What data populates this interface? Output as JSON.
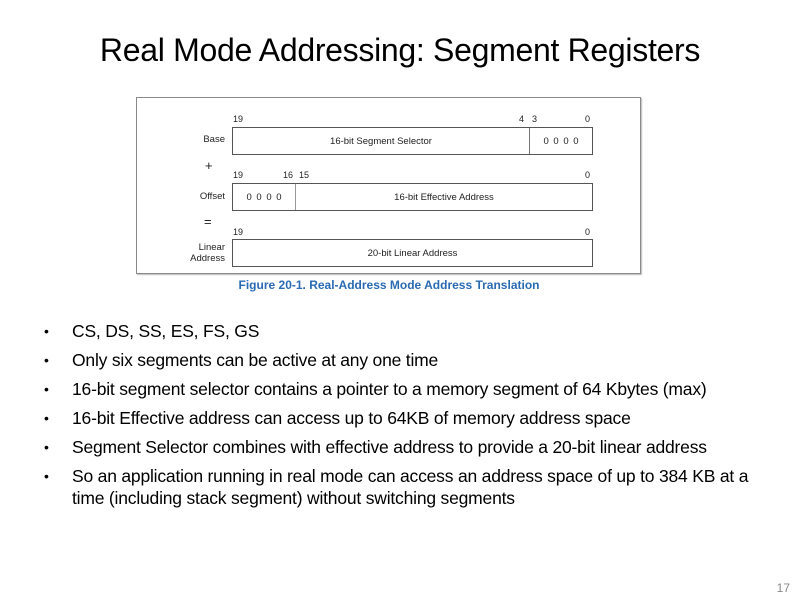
{
  "slide": {
    "title": "Real Mode Addressing: Segment Registers",
    "page_number": "17"
  },
  "figure": {
    "caption": "Figure 20-1.  Real-Address Mode Address Translation",
    "caption_color": "#2a6ab3",
    "rows": {
      "base": {
        "label": "Base",
        "bits": {
          "b19": "19",
          "b4": "4",
          "b3": "3",
          "b0": "0"
        },
        "fields": {
          "main": "16-bit Segment Selector",
          "zeros": "0 0 0 0"
        }
      },
      "operator_plus": "+",
      "offset": {
        "label": "Offset",
        "bits": {
          "b19": "19",
          "b16": "16",
          "b15": "15",
          "b0": "0"
        },
        "fields": {
          "zeros": "0 0 0 0",
          "main": "16-bit Effective Address"
        }
      },
      "operator_equals": "=",
      "linear": {
        "label_line1": "Linear",
        "label_line2": "Address",
        "bits": {
          "b19": "19",
          "b0": "0"
        },
        "fields": {
          "main": "20-bit Linear Address"
        }
      }
    }
  },
  "bullets": [
    {
      "text": "CS, DS, SS, ES, FS, GS"
    },
    {
      "text": "Only six segments can be active at any one time"
    },
    {
      "text": "16-bit segment selector contains a pointer to a memory segment of 64 Kbytes (max)"
    },
    {
      "text": "16-bit Effective address can access up to 64KB of memory address space"
    },
    {
      "text": "Segment Selector combines with effective address to provide a 20-bit linear address"
    },
    {
      "text": "So an application running in real mode can access an address space of up to 384 KB at a time (including stack segment) without switching segments"
    }
  ],
  "bullet_glyph": "•"
}
